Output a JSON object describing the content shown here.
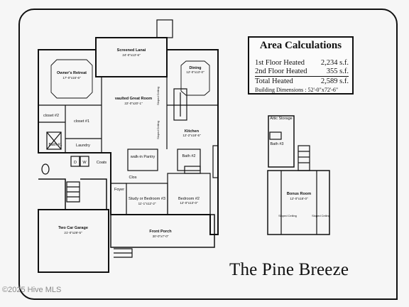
{
  "title": "The Pine Breeze",
  "watermark": "©2025 Hive MLS",
  "area_calculations": {
    "heading": "Area Calculations",
    "rows": [
      {
        "label": "1st Floor Heated",
        "value": "2,234 s.f."
      },
      {
        "label": "2nd Floor Heated",
        "value": "355 s.f."
      }
    ],
    "total": {
      "label": "Total Heated",
      "value": "2,589 s.f."
    },
    "dimensions": "Building Dimensions : 52'-0\"x72'-6\""
  },
  "first_floor": {
    "screened_lanai": {
      "name": "Screened Lanai",
      "size": "24'-0\"x13'-6\""
    },
    "owners_retreat": {
      "name": "Owner's Retreat",
      "size": "17'-0\"x16'-6\""
    },
    "dining": {
      "name": "Dining",
      "size": "12'-0\"x13'-0\""
    },
    "great_room": {
      "name": "vaulted Great Room",
      "size": "22'-0\"x20'-1\""
    },
    "closet_2": "closet #2",
    "closet_1": "closet #1",
    "sloped_ceiling": "Sloped Ceiling",
    "kitchen": {
      "name": "Kitchen",
      "size": "12'-2\"x18'-5\""
    },
    "bath_1": "Bath #1",
    "laundry": "Laundry",
    "washer": "W",
    "dryer": "D",
    "coats": "Coats",
    "pantry": "walk-in Pantry",
    "bath_2": "Bath #2",
    "clos": "Clos",
    "foyer": "Foyer",
    "study": {
      "name": "Study or Bedroom #3",
      "size": "11'-1\"x12'-2\""
    },
    "bedroom_2": {
      "name": "Bedroom #2",
      "size": "12'-0\"x13'-0\""
    },
    "garage": {
      "name": "Two Car Garage",
      "size": "21'-0\"x29'-5\""
    },
    "front_porch": {
      "name": "Front Porch",
      "size": "30'-0\"x7'-0\""
    }
  },
  "second_floor": {
    "attic_storage": "Attic Storage",
    "bath_3": "Bath #3",
    "bonus_room": {
      "name": "Bonus Room",
      "size": "12'-0\"x18'-0\""
    },
    "sloped_ceiling": "Sloped Ceiling"
  }
}
